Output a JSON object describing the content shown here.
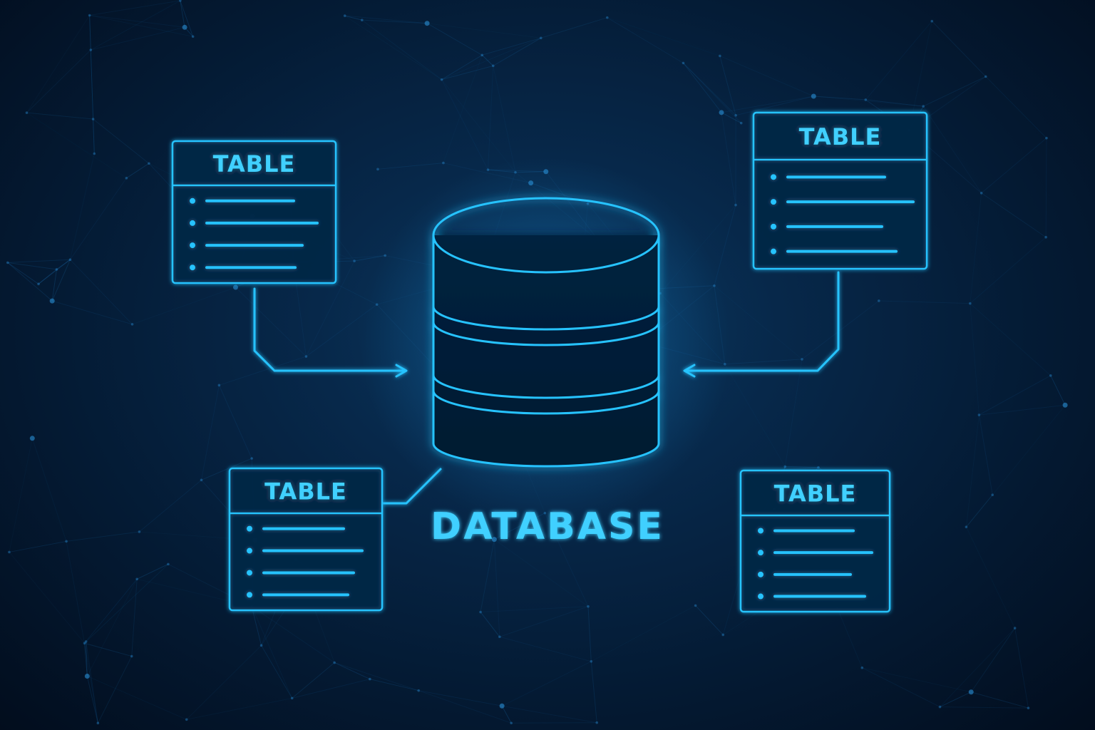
{
  "diagram": {
    "center": {
      "label": "DATABASE"
    },
    "tables": [
      {
        "id": "top-left",
        "title": "TABLE",
        "rows": 4
      },
      {
        "id": "top-right",
        "title": "TABLE",
        "rows": 4
      },
      {
        "id": "bottom-left",
        "title": "TABLE",
        "rows": 4
      },
      {
        "id": "bottom-right",
        "title": "TABLE",
        "rows": 4
      }
    ],
    "connections": [
      {
        "from": "top-left",
        "to": "database",
        "arrow": true
      },
      {
        "from": "top-right",
        "to": "database",
        "arrow": true
      },
      {
        "from": "bottom-left",
        "to": "database",
        "arrow": false
      }
    ]
  },
  "colors": {
    "accent": "#26c3ff",
    "text": "#3fd0ff",
    "background": "#041a33"
  }
}
